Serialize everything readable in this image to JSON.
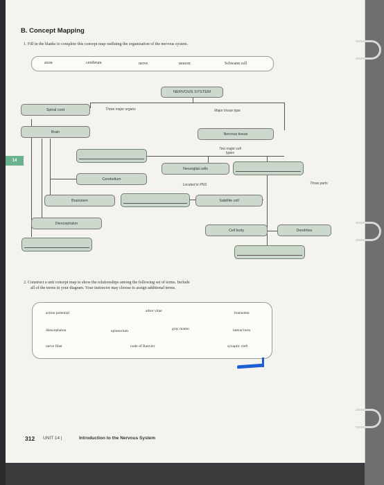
{
  "section_b": {
    "title": "B. Concept Mapping",
    "instruction": "1.  Fill in the blanks to complete this concept map outlining the organization of the nervous system.",
    "word_bank": [
      "axon",
      "cerebrum",
      "nerve",
      "neuron",
      "Schwann cell"
    ]
  },
  "concept_map": {
    "nervous_system": "NERVOUS SYSTEM",
    "spinal_cord": "Spinal cord",
    "three_major_organs": "Three major organs",
    "major_tissue_type": "Major tissue type",
    "brain": "Brain",
    "nervous_tissue": "Nervous tissue",
    "two_major_cell_types": "Two major cell types",
    "neuroglial_cells": "Neuroglial cells",
    "cerebellum": "Cerebellum",
    "located_in_pns": "Located in PNS",
    "three_parts": "Three parts",
    "brainstem": "Brainstem",
    "satellite_cell": "Satellite cell",
    "diencephalon": "Diencephalon",
    "cell_body": "Cell body",
    "dendrites": "Dendrites"
  },
  "section_2": {
    "instruction_line1": "2.  Construct a unit concept map to show the relationships among the following set of terms. Include",
    "instruction_line2": "all of the terms in your diagram. Your instructor may choose to assign additional terms.",
    "terms": {
      "action_potential": "action potential",
      "arbor_vitae": "arbor vitae",
      "brainstem": "brainstem",
      "diencephalon": "diencephalon",
      "epineurium": "epineurium",
      "gray_matter": "gray matter",
      "lateral_horn": "lateral horn",
      "nerve_fiber": "nerve fiber",
      "node_of_ranvier": "node of Ranvier",
      "synaptic_cleft": "synaptic cleft"
    }
  },
  "footer": {
    "page_number": "312",
    "unit": "UNIT 14",
    "separator": "|",
    "title": "Introduction to the Nervous System"
  },
  "side_tab": "14",
  "colors": {
    "box_fill": "#cdd9cd",
    "tab_green": "#6bb38e",
    "pen_blue": "#1c5fd4"
  }
}
